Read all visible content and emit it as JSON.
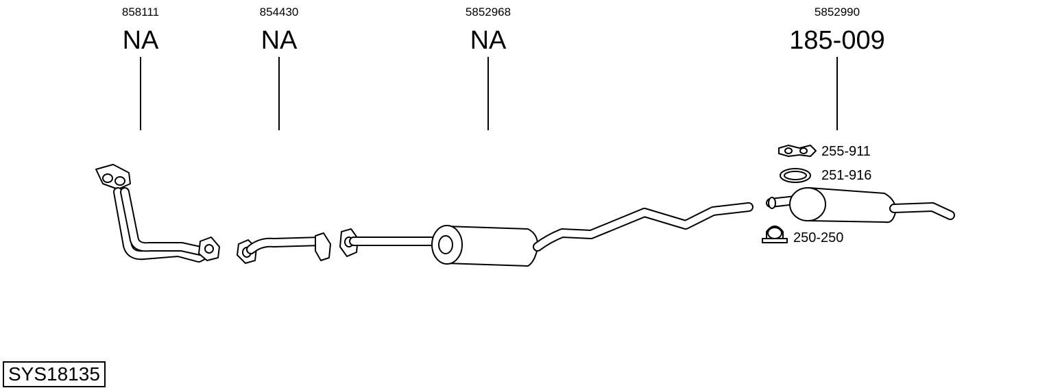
{
  "parts": [
    {
      "number": "858111",
      "code": "NA"
    },
    {
      "number": "854430",
      "code": "NA"
    },
    {
      "number": "5852968",
      "code": "NA"
    },
    {
      "number": "5852990",
      "code": "185-009"
    }
  ],
  "accessories": [
    {
      "label": "255-911"
    },
    {
      "label": "251-916"
    },
    {
      "label": "250-250"
    }
  ],
  "system_id": "SYS18135"
}
